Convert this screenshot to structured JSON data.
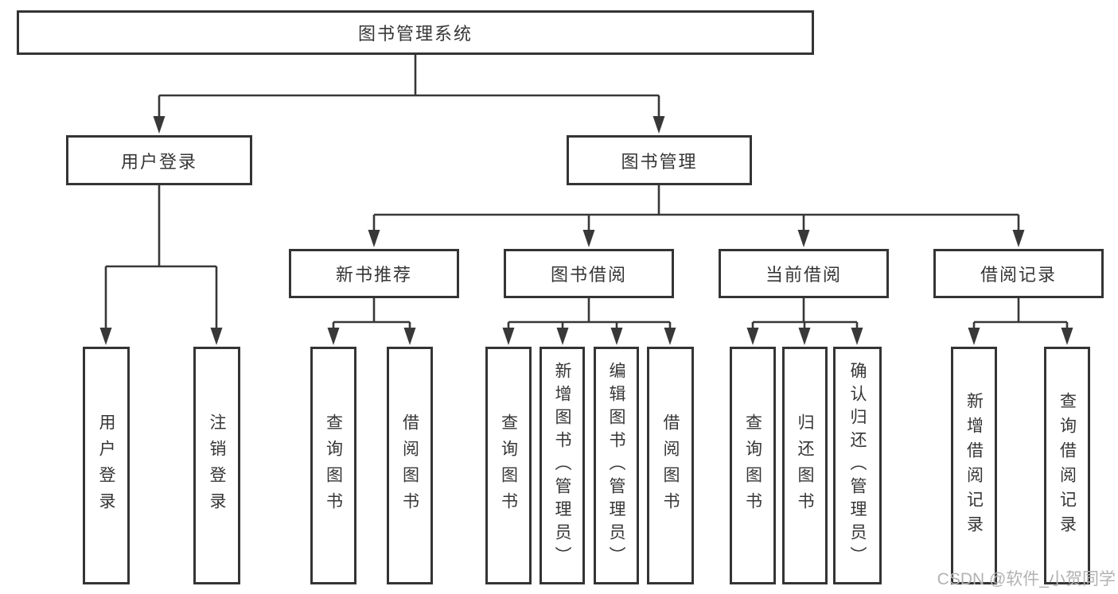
{
  "chart": {
    "root": {
      "label": "图书管理系统"
    },
    "level2": [
      {
        "label": "用户登录"
      },
      {
        "label": "图书管理"
      }
    ],
    "level3": [
      {
        "label": "新书推荐"
      },
      {
        "label": "图书借阅"
      },
      {
        "label": "当前借阅"
      },
      {
        "label": "借阅记录"
      }
    ],
    "leaves": [
      {
        "label": "用户登录"
      },
      {
        "label": "注销登录"
      },
      {
        "label": "查询图书"
      },
      {
        "label": "借阅图书"
      },
      {
        "label": "查询图书"
      },
      {
        "label": "新增图书（管理员）"
      },
      {
        "label": "编辑图书（管理员）"
      },
      {
        "label": "借阅图书"
      },
      {
        "label": "查询图书"
      },
      {
        "label": "归还图书"
      },
      {
        "label": "确认归还（管理员）"
      },
      {
        "label": "新增借阅记录"
      },
      {
        "label": "查询借阅记录"
      }
    ]
  },
  "watermark": {
    "text": "CSDN @软件_小贺同学"
  },
  "colors": {
    "line": "#383838",
    "border": "#343434",
    "text": "#363636",
    "watermark": "#b2b2b2",
    "background": "#ffffff"
  }
}
